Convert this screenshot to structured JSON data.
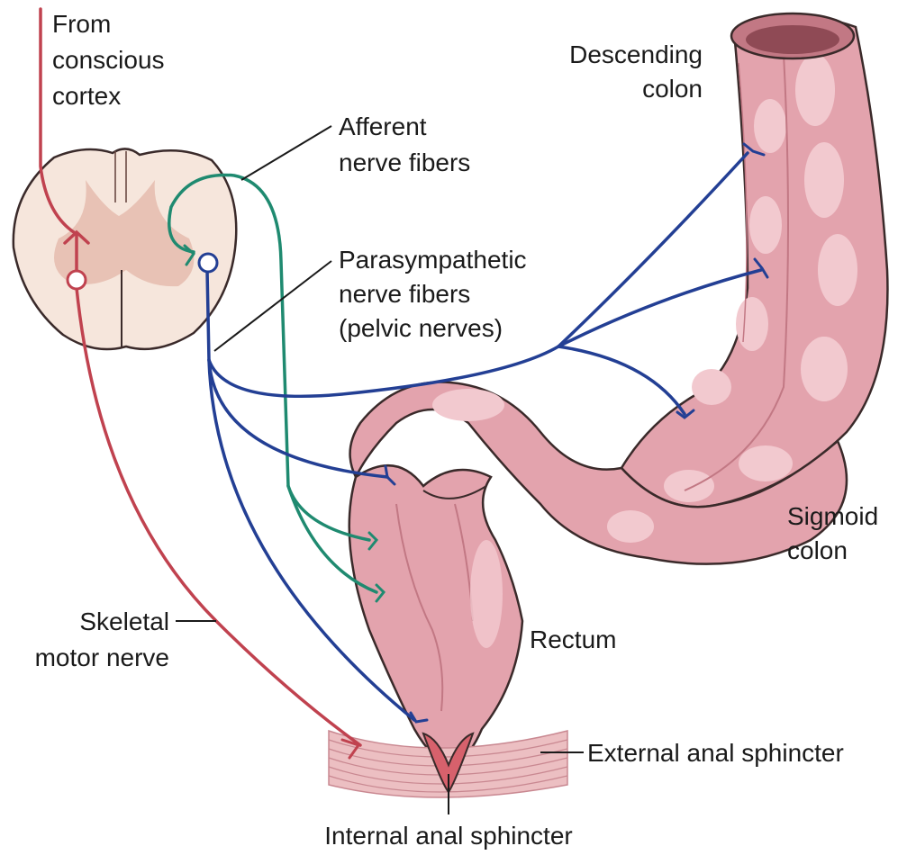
{
  "labels": {
    "cortex": [
      "From",
      "conscious",
      "cortex"
    ],
    "descending_colon": [
      "Descending",
      "colon"
    ],
    "afferent": [
      "Afferent",
      "nerve fibers"
    ],
    "parasympathetic": [
      "Parasympathetic",
      "nerve fibers",
      "(pelvic nerves)"
    ],
    "sigmoid_colon": [
      "Sigmoid",
      "colon"
    ],
    "skeletal_motor": [
      "Skeletal",
      "motor nerve"
    ],
    "rectum": "Rectum",
    "external_sphincter": "External anal sphincter",
    "internal_sphincter": "Internal anal sphincter"
  },
  "colors": {
    "afferent_nerve": "#1f8a70",
    "parasympathetic_nerve": "#233f94",
    "skeletal_motor_nerve": "#c0424f",
    "colon_fill": "#e3a3ad",
    "colon_highlight": "#f2c9cf",
    "colon_shadow": "#c27884",
    "muscle_fill": "#ecbfc2",
    "muscle_stripe": "#c98891",
    "spinal_cord_white": "#f6e6dc",
    "spinal_cord_gray": "#e8c2b5"
  }
}
